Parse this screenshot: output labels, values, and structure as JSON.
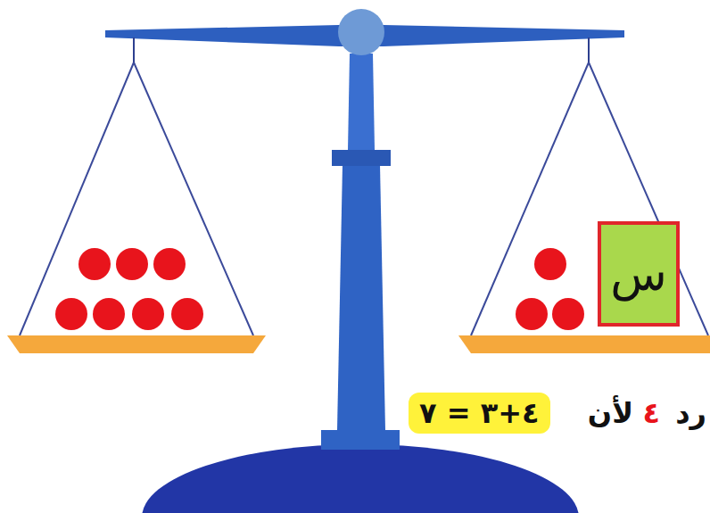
{
  "diagram": {
    "nodes": [
      {
        "text": [
          "س"
        ]
      }
    ],
    "labels": [
      "رد",
      "٤",
      "لأن",
      "٤+٣ = ٧"
    ]
  }
}
